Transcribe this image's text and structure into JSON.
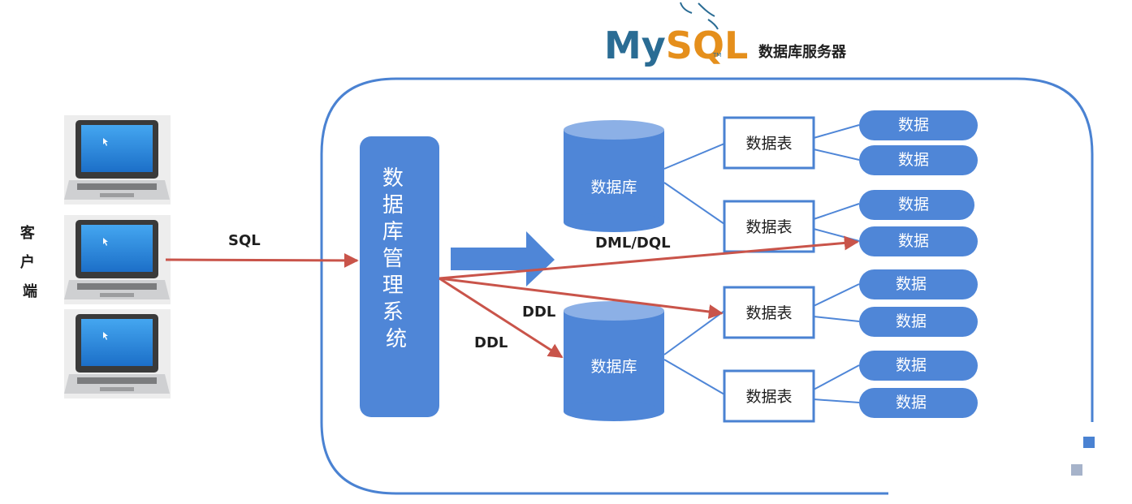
{
  "logo": {
    "text_my": "My",
    "text_sql": "SQL",
    "tm": "TM"
  },
  "server_title": "数据库服务器",
  "client_label": "客户端",
  "dbms_label": "数据库管理系统",
  "edge_labels": {
    "sql": "SQL",
    "dml_dql": "DML/DQL",
    "ddl_upper": "DDL",
    "ddl_lower": "DDL"
  },
  "databases": [
    "数据库",
    "数据库"
  ],
  "tables": [
    "数据表",
    "数据表",
    "数据表",
    "数据表"
  ],
  "data_items": [
    "数据",
    "数据",
    "数据",
    "数据",
    "数据",
    "数据",
    "数据",
    "数据"
  ],
  "colors": {
    "blue": "#4f86d7",
    "border_blue": "#4a82d2",
    "red_arrow": "#c9544a",
    "mysql_blue": "#2a6c94",
    "mysql_orange": "#e58f1c"
  }
}
